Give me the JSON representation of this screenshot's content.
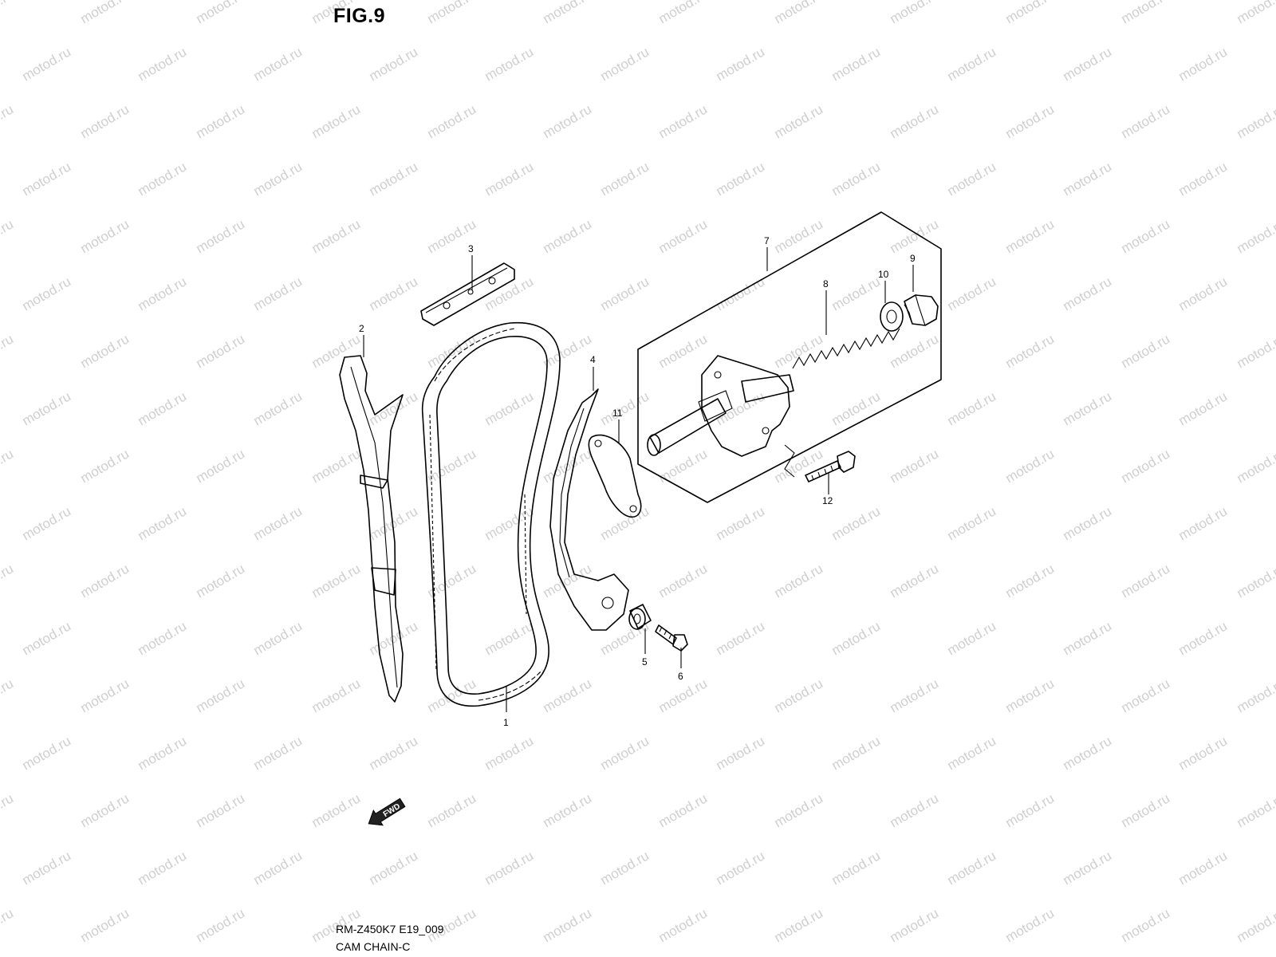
{
  "figure": {
    "title": "FIG.9",
    "code": "RM-Z450K7 E19_009",
    "caption": "CAM CHAIN-C"
  },
  "watermark": {
    "text": "motod.ru"
  },
  "fwd_arrow": {
    "label": "FWD"
  },
  "callouts": [
    {
      "id": "1",
      "label": "1"
    },
    {
      "id": "2",
      "label": "2"
    },
    {
      "id": "3",
      "label": "3"
    },
    {
      "id": "4",
      "label": "4"
    },
    {
      "id": "5",
      "label": "5"
    },
    {
      "id": "6",
      "label": "6"
    },
    {
      "id": "7",
      "label": "7"
    },
    {
      "id": "8",
      "label": "8"
    },
    {
      "id": "9",
      "label": "9"
    },
    {
      "id": "10",
      "label": "10"
    },
    {
      "id": "11",
      "label": "11"
    },
    {
      "id": "12",
      "label": "12"
    }
  ]
}
